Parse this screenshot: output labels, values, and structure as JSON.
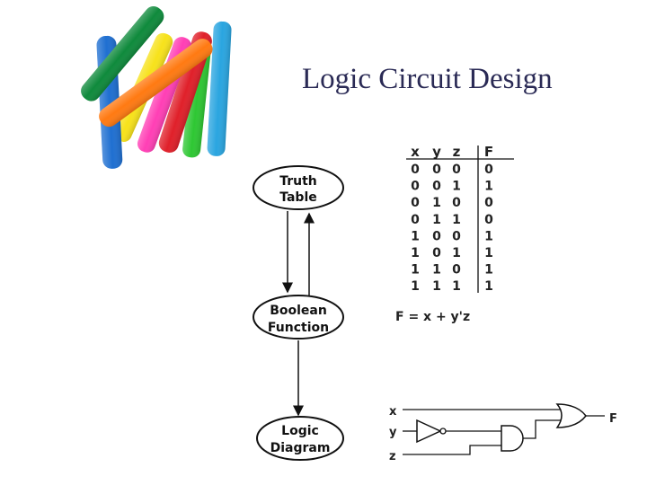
{
  "slide": {
    "title": "Logic Circuit Design"
  },
  "flow": {
    "nodes": [
      {
        "lines": [
          "Truth",
          "Table"
        ]
      },
      {
        "lines": [
          "Boolean",
          "Function"
        ]
      },
      {
        "lines": [
          "Logic",
          "Diagram"
        ]
      }
    ]
  },
  "truth_table": {
    "headers": [
      "x",
      "y",
      "z",
      "F"
    ],
    "rows": [
      [
        "0",
        "0",
        "0",
        "0"
      ],
      [
        "0",
        "0",
        "1",
        "1"
      ],
      [
        "0",
        "1",
        "0",
        "0"
      ],
      [
        "0",
        "1",
        "1",
        "0"
      ],
      [
        "1",
        "0",
        "0",
        "1"
      ],
      [
        "1",
        "0",
        "1",
        "1"
      ],
      [
        "1",
        "1",
        "0",
        "1"
      ],
      [
        "1",
        "1",
        "1",
        "1"
      ]
    ]
  },
  "function": {
    "expression": "F = x + y'z"
  },
  "circuit": {
    "inputs": [
      "x",
      "y",
      "z"
    ],
    "output": "F"
  },
  "colors": {
    "title": "#2a2a55",
    "crayons": [
      "#1f6fd1",
      "#0f8a3c",
      "#f7e21b",
      "#ff3fb5",
      "#e0202a",
      "#2ec733",
      "#2aa5e0",
      "#ff7a12"
    ]
  },
  "icons": {
    "decorative_image": "crayons-image"
  }
}
